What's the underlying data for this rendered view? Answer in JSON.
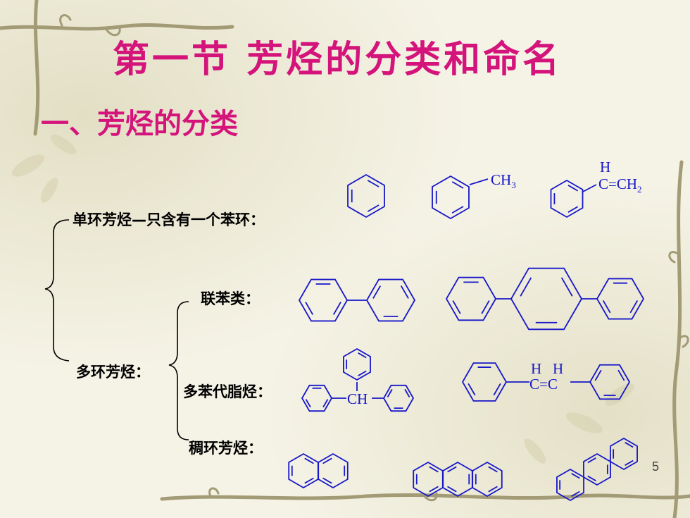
{
  "slide": {
    "title": "第一节 芳烃的分类和命名",
    "section": "一、芳烃的分类",
    "page_number": "5"
  },
  "labels": {
    "monocyclic": "单环芳烃—只含有一个苯环：",
    "polycyclic": "多环芳烃：",
    "biphenyl": "联苯类：",
    "polyphenyl_aliphatic": "多苯代脂烃：",
    "fused": "稠环芳烃："
  },
  "formulas": {
    "methyl": "CH",
    "methyl_sub": "3",
    "vinyl_h": "H",
    "vinyl_c": "C",
    "vinyl_eq": "=",
    "vinyl_ch": "CH",
    "vinyl_sub": "2",
    "triphenyl_ch": "CH",
    "stilbene_h1": "H",
    "stilbene_h2": "H",
    "stilbene_cc": "C=C"
  },
  "colors": {
    "title": "#d4147b",
    "structure": "#1717c9",
    "text": "#000000"
  },
  "icons": {
    "decoration": "vine-border"
  }
}
